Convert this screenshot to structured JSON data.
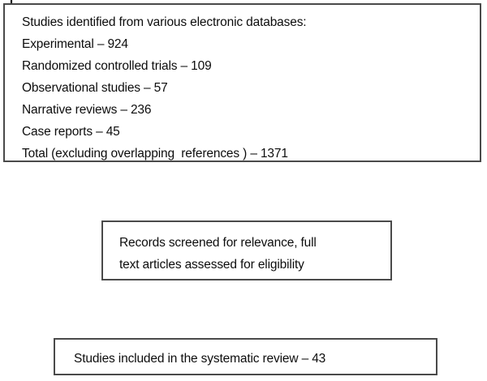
{
  "diagram": {
    "title": "PRISMA-style study selection flow diagram",
    "type": "flowchart",
    "orientation": "top-to-bottom",
    "stroke_color": "#4a4a4a",
    "text_color": "#0d0d0d",
    "background_color": "#ffffff",
    "nodes": [
      {
        "id": "identification",
        "shape": "rectangle",
        "lines": [
          "Studies identified from various electronic databases:",
          "Experimental – 924",
          "Randomized controlled trials – 109",
          "Observational studies – 57",
          "Narrative reviews – 236",
          "Case reports – 45",
          "Total (excluding overlapping  references ) – 1371"
        ],
        "text": "Studies identified from various electronic databases:\nExperimental – 924\nRandomized controlled trials – 109\nObservational studies – 57\nNarrative reviews – 236\nCase reports – 45\nTotal (excluding overlapping  references ) – 1371",
        "counts": {
          "experimental": 924,
          "randomized_controlled_trials": 109,
          "observational_studies": 57,
          "narrative_reviews": 236,
          "case_reports": 45,
          "total_excluding_overlapping_references": 1371
        }
      },
      {
        "id": "screening",
        "shape": "rectangle",
        "lines": [
          "Records screened for relevance, full",
          "text articles assessed for eligibility"
        ],
        "text": "Records screened for relevance, full\ntext articles assessed for eligibility"
      },
      {
        "id": "included",
        "shape": "rectangle",
        "lines": [
          "Studies included in the systematic review – 43"
        ],
        "text": "Studies included in the systematic review – 43",
        "counts": {
          "studies_included": 43
        }
      }
    ],
    "connectors": [
      {
        "id": "identification-to-screening",
        "from": "identification",
        "to": "screening",
        "style": "solid-line-with-arrowhead",
        "direction": "down",
        "label": ""
      },
      {
        "id": "screening-to-included",
        "from": "screening",
        "to": "included",
        "style": "solid-line-with-arrowhead",
        "direction": "down",
        "label": ""
      }
    ]
  }
}
